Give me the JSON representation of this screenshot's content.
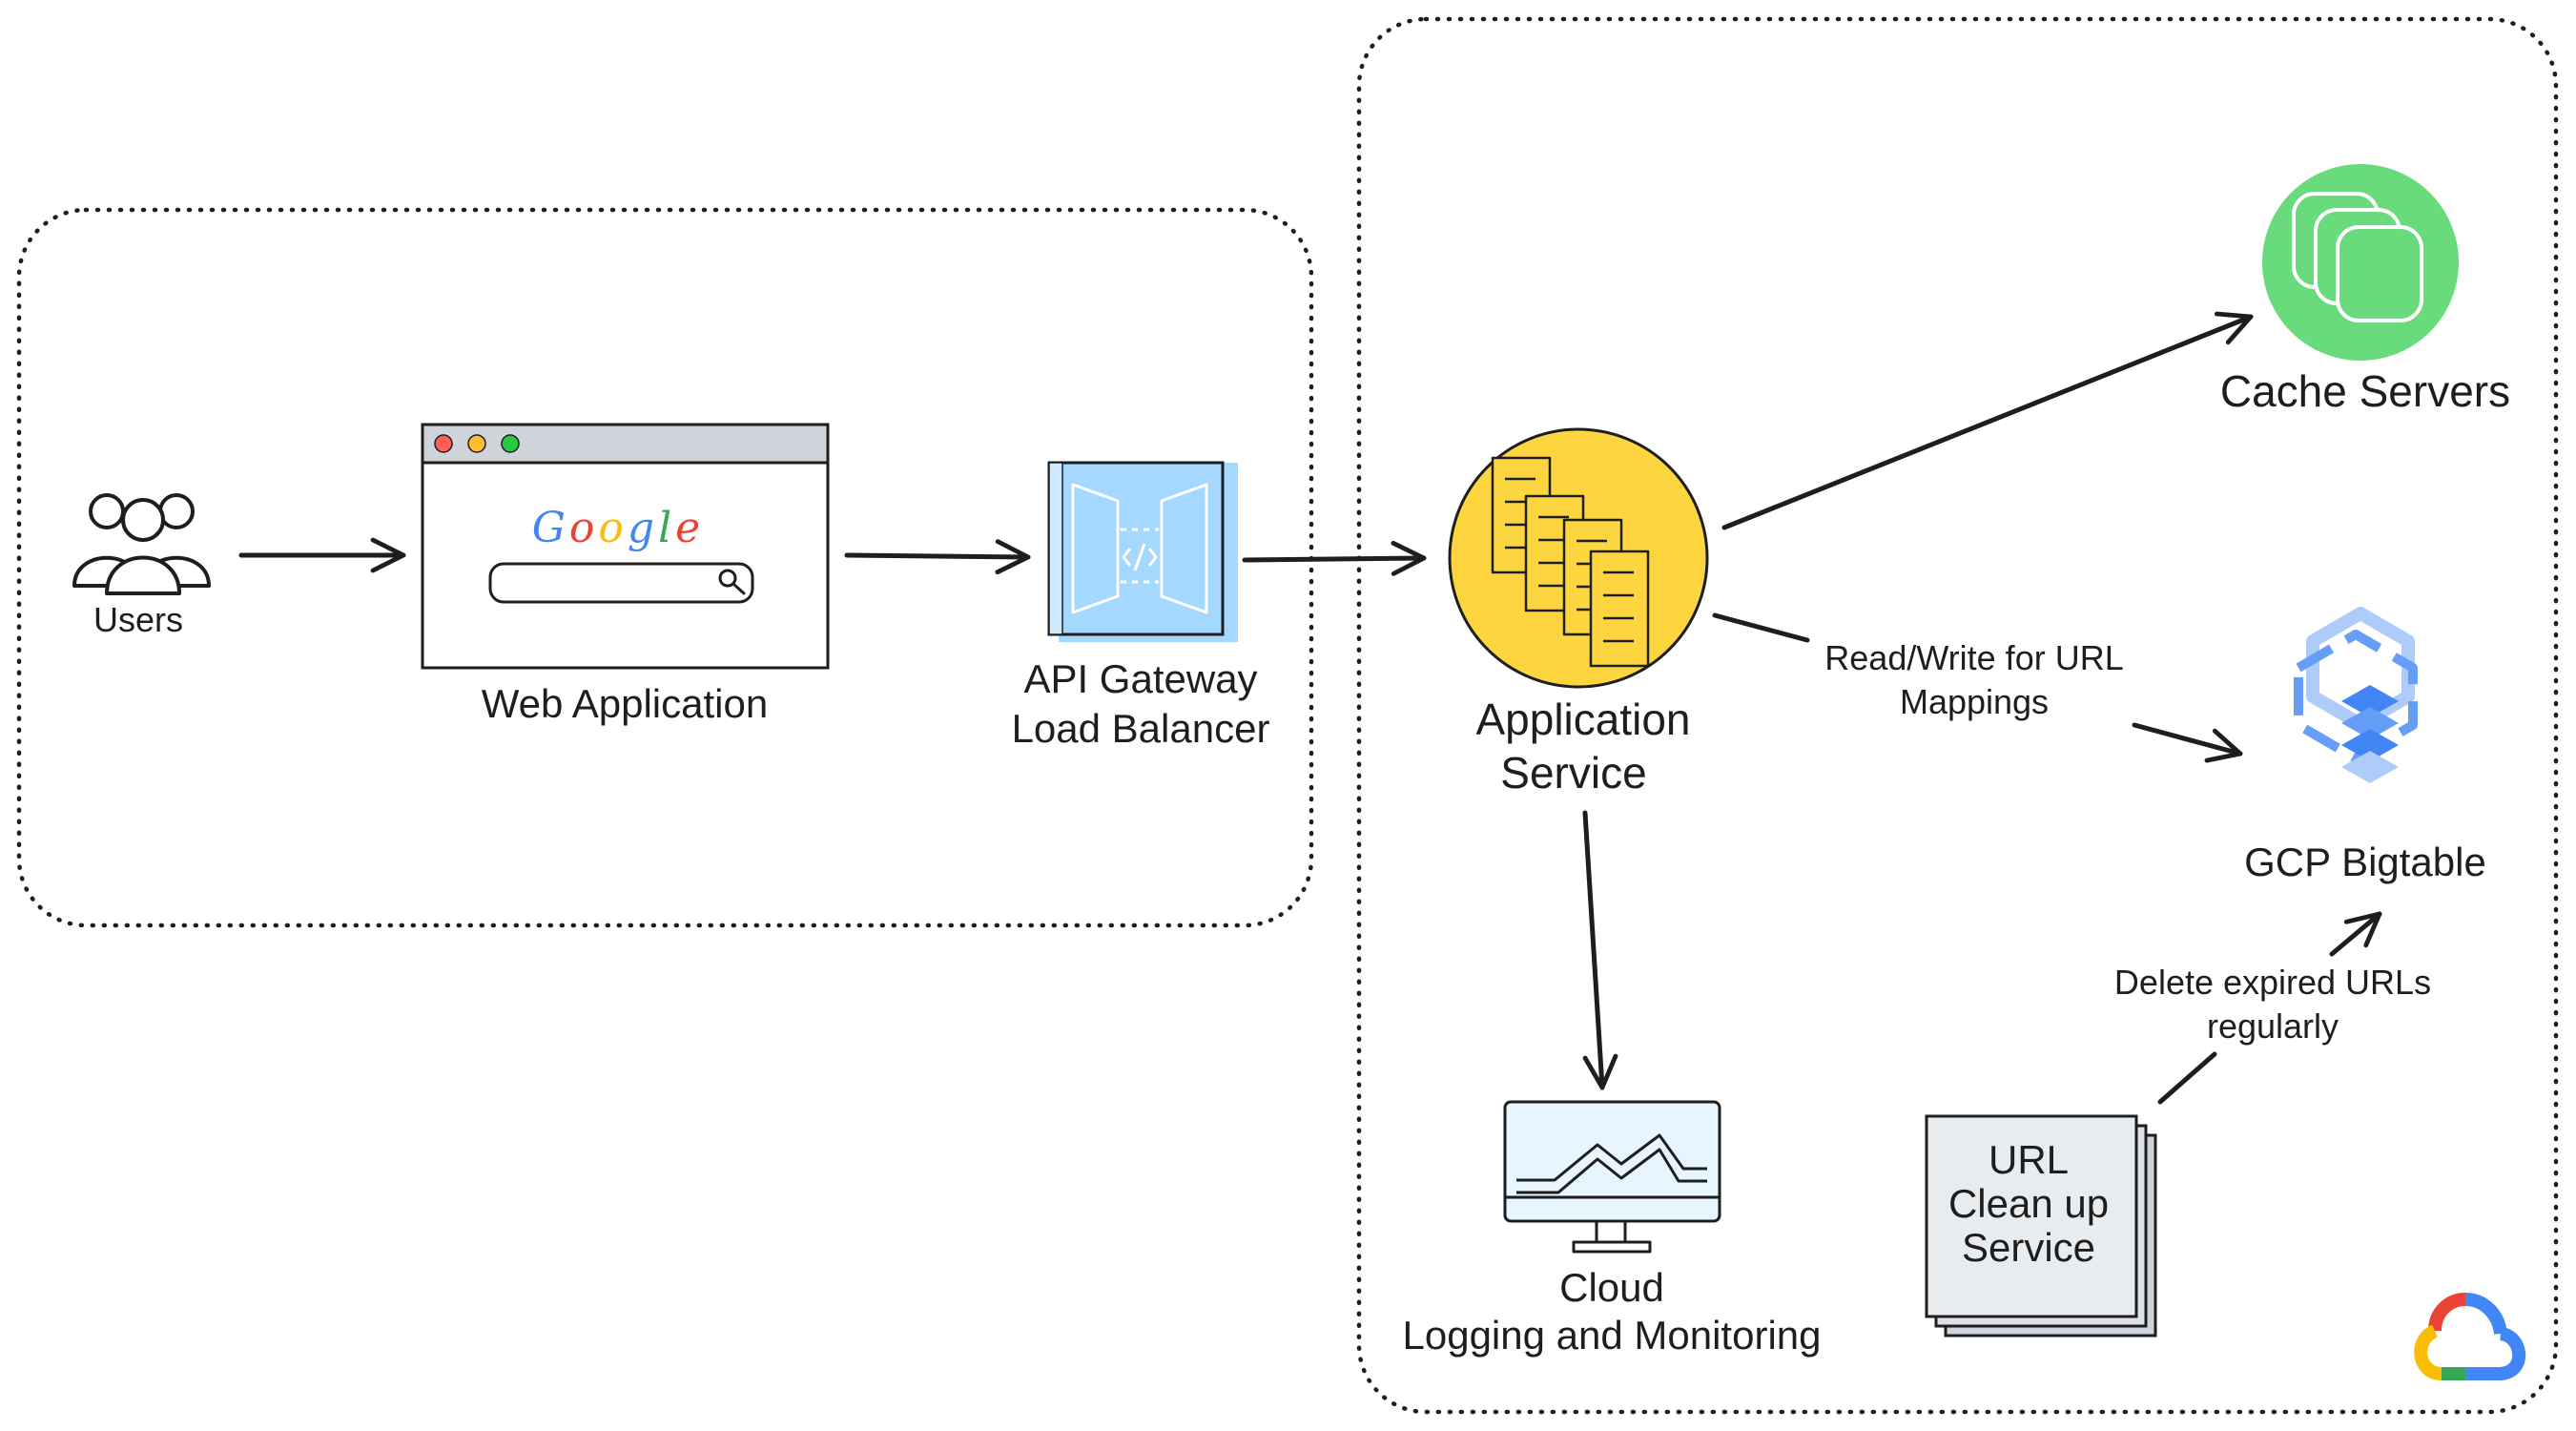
{
  "diagram": {
    "nodes": {
      "users": {
        "label": "Users"
      },
      "web_app": {
        "label": "Web Application",
        "search_logo": "Google"
      },
      "api_gateway": {
        "line1": "API Gateway",
        "line2": "Load Balancer"
      },
      "app_service": {
        "line1": "Application",
        "line2": "Service"
      },
      "cache": {
        "label": "Cache Servers"
      },
      "bigtable": {
        "label": "GCP Bigtable"
      },
      "logging": {
        "line1": "Cloud",
        "line2": "Logging and Monitoring"
      },
      "cleanup": {
        "line1": "URL",
        "line2": "Clean up",
        "line3": "Service"
      }
    },
    "edges": {
      "read_write": {
        "line1": "Read/Write for URL",
        "line2": "Mappings"
      },
      "delete_expired": {
        "line1": "Delete expired URLs",
        "line2": "regularly"
      }
    },
    "colors": {
      "app_service_fill": "#fcd53f",
      "cache_fill": "#69db7c",
      "gateway_fill": "#a5d8ff",
      "bigtable_blue": "#4285f4",
      "monitor_fill": "#e7f5ff",
      "doc_fill": "#e9ecef"
    },
    "icons": [
      "users-icon",
      "browser-window-icon",
      "api-gateway-icon",
      "server-stack-icon",
      "cache-stack-icon",
      "bigtable-icon",
      "monitor-icon",
      "document-stack-icon",
      "google-cloud-logo"
    ]
  }
}
